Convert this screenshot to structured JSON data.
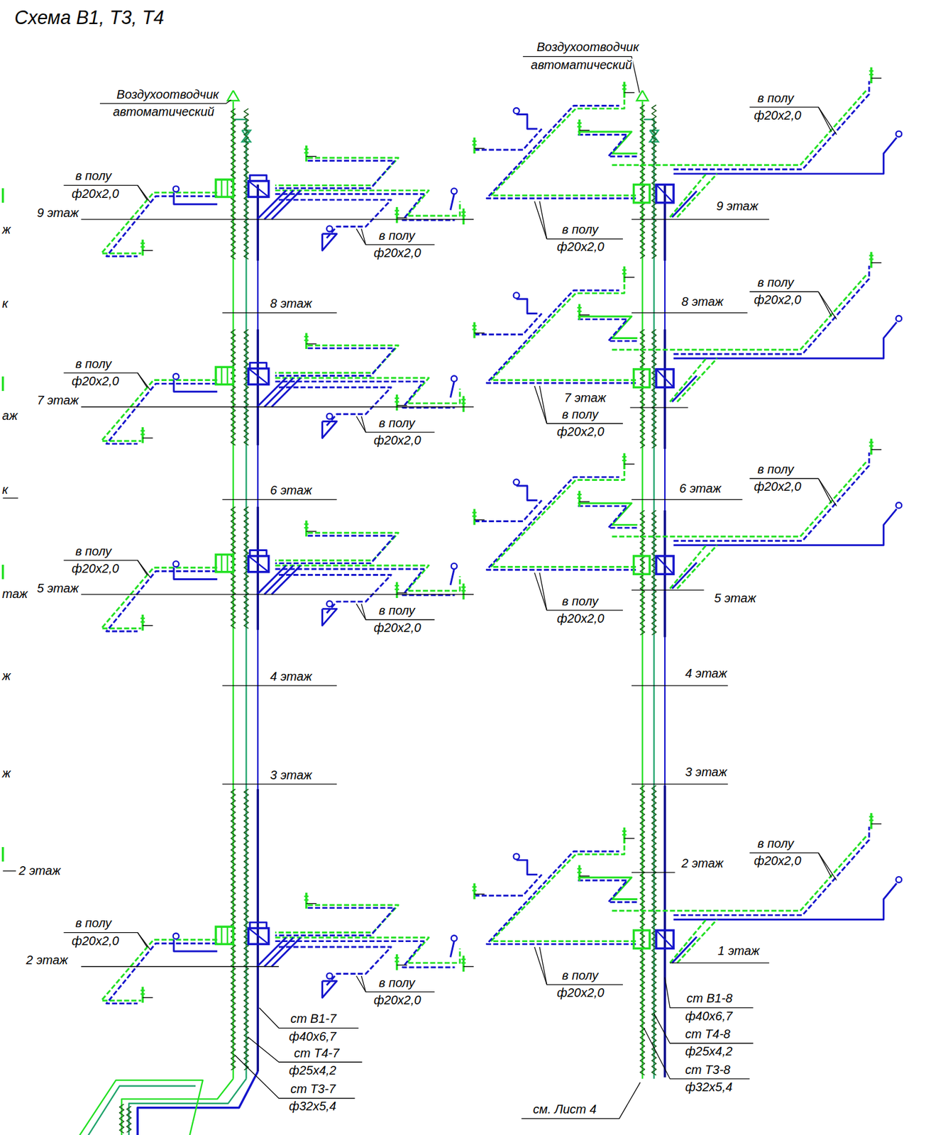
{
  "diagram": {
    "title": "Схема В1, Т3, Т4",
    "labels": [
      "Воздухоотводчик",
      "автоматический",
      "Воздухоотводчик",
      "автоматический",
      "в полу",
      "ф20x2,0",
      "9 этаж",
      "в полу",
      "ф20x2,0",
      "в полу",
      "ф20x2,0",
      "7 этаж",
      "в полу",
      "ф20x2,0",
      "в полу",
      "ф20x2,0",
      "5 этаж",
      "в полу",
      "ф20x2,0",
      "в полу",
      "ф20x2,0",
      "2 этаж",
      "в полу",
      "ф20x2,0",
      "8 этаж",
      "6 этаж",
      "4 этаж",
      "3 этаж",
      "в полу",
      "ф20x2,0",
      "в полу",
      "ф20x2,0",
      "в полу",
      "ф20x2,0",
      "в полу",
      "ф20x2,0",
      "в полу",
      "ф20x2,0",
      "в полу",
      "ф20x2,0",
      "в полу",
      "ф20x2,0",
      "в полу",
      "ф20x2,0",
      "9 этаж",
      "8 этаж",
      "7 этаж",
      "6 этаж",
      "5 этаж",
      "4 этаж",
      "3 этаж",
      "2 этаж",
      "1 этаж",
      "ст В1-7",
      "ф40x6,7",
      "ст Т4-7",
      "ф25x4,2",
      "ст Т3-7",
      "ф32x5,4",
      "ст В1-8",
      "ф40x6,7",
      "ст Т4-8",
      "ф25x4,2",
      "ст Т3-8",
      "ф32x5,4",
      "см. Лист 4",
      "ж",
      "к",
      "аж",
      "к",
      "таж",
      "ж",
      "ж",
      "2 этаж"
    ]
  }
}
